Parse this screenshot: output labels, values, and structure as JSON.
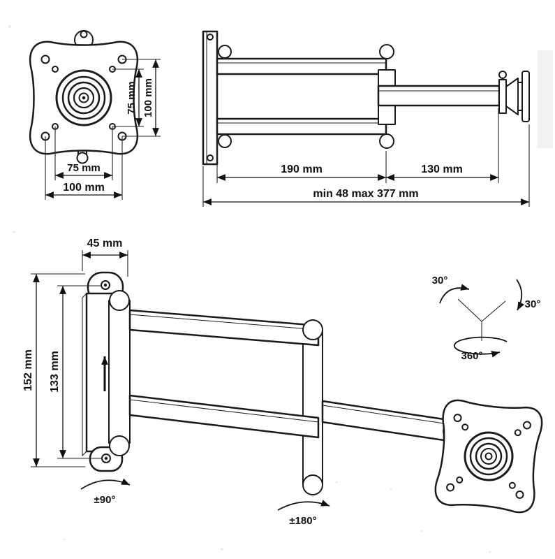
{
  "front_view": {
    "dim_height_inner": "75 mm",
    "dim_height_outer": "100 mm",
    "dim_width_inner": "75 mm",
    "dim_width_outer": "100 mm"
  },
  "top_view": {
    "dim_front_arm": "190 mm",
    "dim_rear_arm": "130 mm",
    "dim_extension": "min 48 max 377 mm"
  },
  "side_view": {
    "dim_bracket_width": "45 mm",
    "dim_bracket_height": "152 mm",
    "dim_hole_spacing": "133 mm",
    "angle_tilt_left": "30°",
    "angle_tilt_right": "30°",
    "angle_swivel_head": "360°",
    "angle_swivel_wall": "±90°",
    "angle_swivel_elbow": "±180°"
  }
}
